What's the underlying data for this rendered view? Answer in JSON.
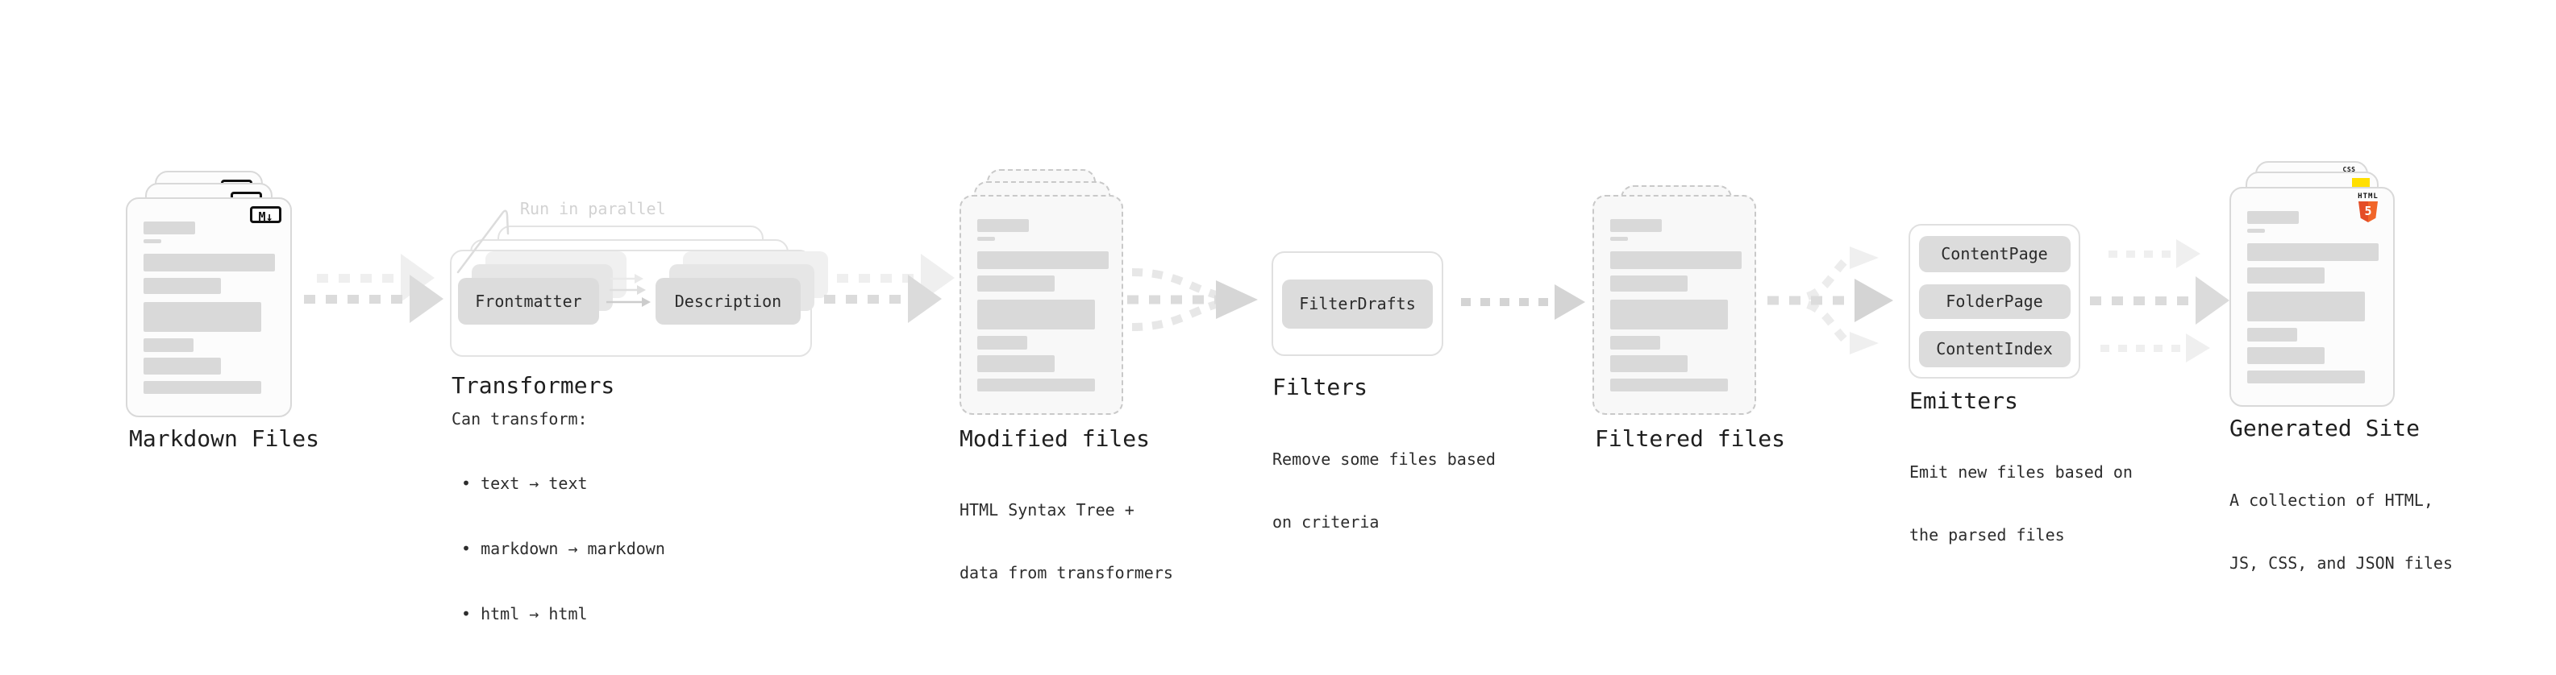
{
  "stages": {
    "markdown": {
      "title": "Markdown Files"
    },
    "transformers": {
      "annotation": "Run in parallel",
      "parallel_boxes": {
        "left": "Frontmatter",
        "right": "Description"
      },
      "title": "Transformers",
      "subtitle": "Can transform:",
      "bullets": [
        "• text → text",
        "• markdown → markdown",
        "• html → html"
      ]
    },
    "modified": {
      "title": "Modified files",
      "desc_lines": [
        "HTML Syntax Tree +",
        "data from transformers"
      ]
    },
    "filters": {
      "box": "FilterDrafts",
      "title": "Filters",
      "desc_lines": [
        "Remove some files based",
        "on criteria"
      ]
    },
    "filtered": {
      "title": "Filtered files"
    },
    "emitters": {
      "boxes": [
        "ContentPage",
        "FolderPage",
        "ContentIndex"
      ],
      "title": "Emitters",
      "desc_lines": [
        "Emit new files based on",
        "the parsed files"
      ]
    },
    "generated": {
      "title": "Generated Site",
      "desc_lines": [
        "A collection of HTML,",
        "JS, CSS, and JSON files"
      ]
    }
  },
  "icons": {
    "markdown_badge": "M↓",
    "html5_wordmark": "HTML",
    "html5_number": "5",
    "css_wordmark": "CSS"
  },
  "colors": {
    "html5_orange": "#e44d26",
    "js_yellow": "#ffdf00",
    "css_blue": "#2d62e9",
    "arrow_gray": "#dbdbdb",
    "placeholder_gray": "#d9d9d9",
    "text_dark": "#1f1f1f"
  }
}
